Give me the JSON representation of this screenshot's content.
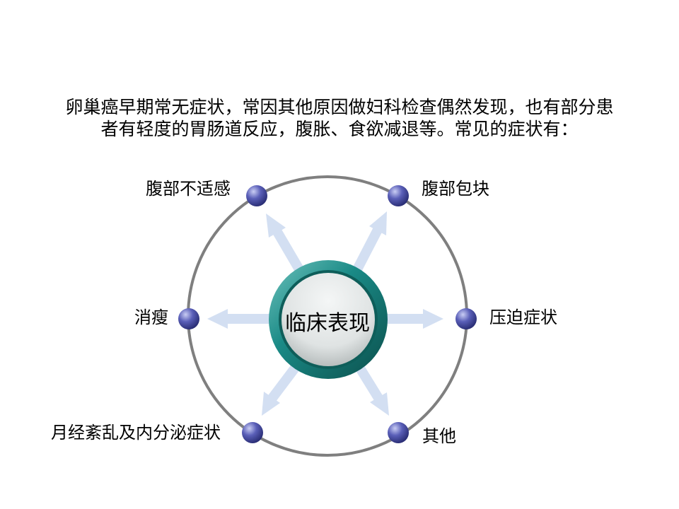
{
  "intro": {
    "line1": "卵巢癌早期常无症状，常因其他原因做妇科检查偶然发现，也有部分患",
    "line2": "者有轻度的胃肠道反应，腹胀、食欲减退等。常见的症状有："
  },
  "center": {
    "label": "临床表现"
  },
  "symptoms": [
    {
      "label": "腹部不适感"
    },
    {
      "label": "腹部包块"
    },
    {
      "label": "消瘦"
    },
    {
      "label": "压迫症状"
    },
    {
      "label": "月经紊乱及内分泌症状"
    },
    {
      "label": "其他"
    }
  ],
  "colors": {
    "ring": "#7f7f7f",
    "arrow": "#d3dff2",
    "node": "#3c3f8f",
    "hub": "#1a8a86"
  }
}
